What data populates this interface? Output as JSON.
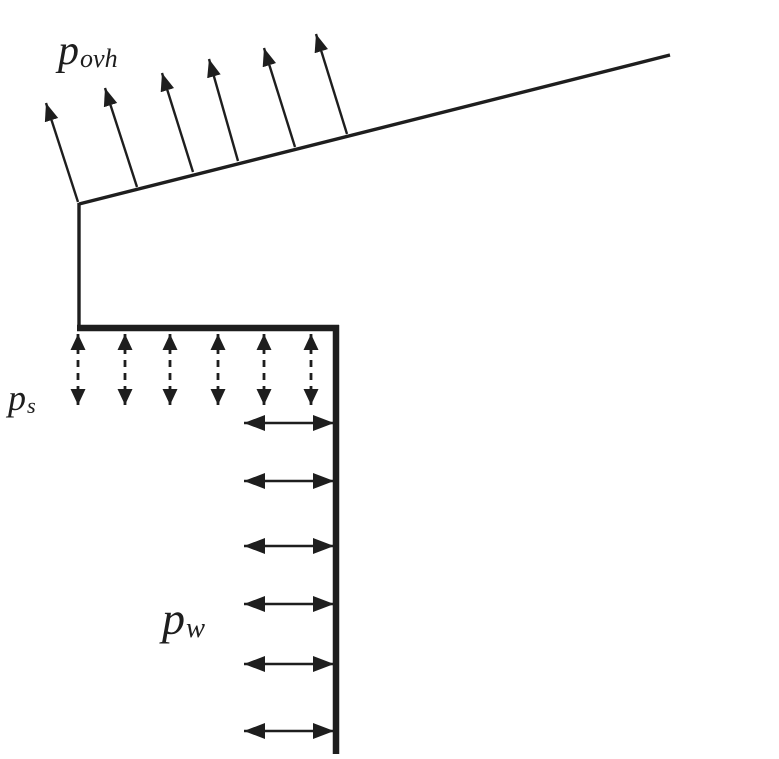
{
  "diagram": {
    "type": "building-eave-pressure-diagram",
    "labels": {
      "overhang": {
        "base": "p",
        "sub": "ovh"
      },
      "soffit": {
        "base": "p",
        "sub": "s"
      },
      "wall": {
        "base": "p",
        "sub": "w"
      }
    },
    "arrow_groups": {
      "overhang": {
        "count": 6,
        "style": "solid-single-head",
        "direction": "outward-normal-to-roof"
      },
      "soffit": {
        "count": 6,
        "style": "dashed-double-head",
        "direction": "vertical-up-down"
      },
      "wall": {
        "count": 6,
        "style": "solid-double-head",
        "direction": "horizontal-left-right"
      }
    },
    "colors": {
      "line": "#1e1e1e",
      "background": "#ffffff"
    }
  }
}
